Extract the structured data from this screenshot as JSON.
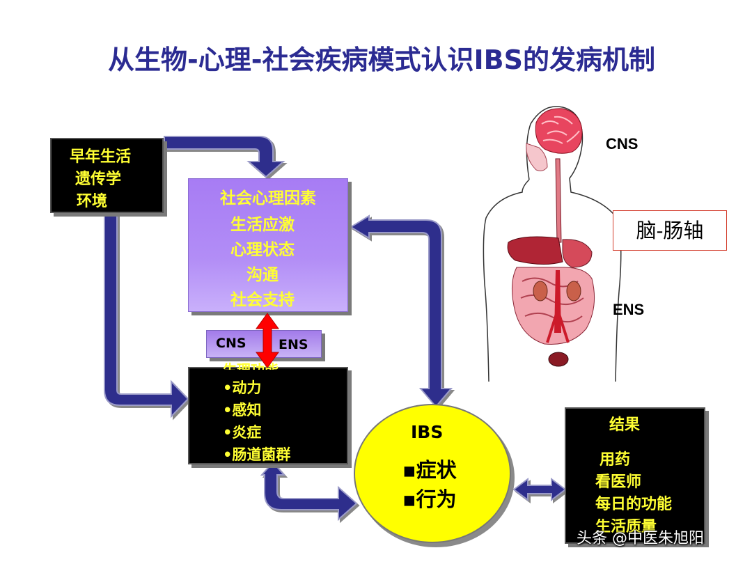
{
  "title": "从生物-心理-社会疾病模式认识IBS的发病机制",
  "early_box": {
    "lines": [
      "早年生活",
      "遗传学",
      "环境"
    ]
  },
  "social_box": {
    "lines": [
      "社会心理因素",
      "生活应激",
      "心理状态",
      "沟通",
      "社会支持"
    ]
  },
  "cns_ens_box": {
    "left": "CNS",
    "right": "ENS"
  },
  "physio_box": {
    "heading": "生理功能",
    "items": [
      "•动力",
      "•感知",
      "•炎症",
      "•肠道菌群"
    ]
  },
  "ibs_circle": {
    "label": "IBS",
    "items": [
      "▪症状",
      "▪行为"
    ]
  },
  "result_box": {
    "heading": "结果",
    "items": [
      "用药",
      "看医师",
      "每日的功能",
      "生活质量"
    ]
  },
  "anatomy": {
    "cns_label": "CNS",
    "ens_label": "ENS",
    "axis_label": "脑-肠轴"
  },
  "watermark": "头条 @中医朱旭阳",
  "colors": {
    "title": "#2b2b92",
    "box_text": "#ffff33",
    "arrow_fill": "#2e2e8c",
    "social_box": "#a77cf4",
    "ibs_circle": "#ffff00",
    "double_arrow": "#ff0000"
  }
}
